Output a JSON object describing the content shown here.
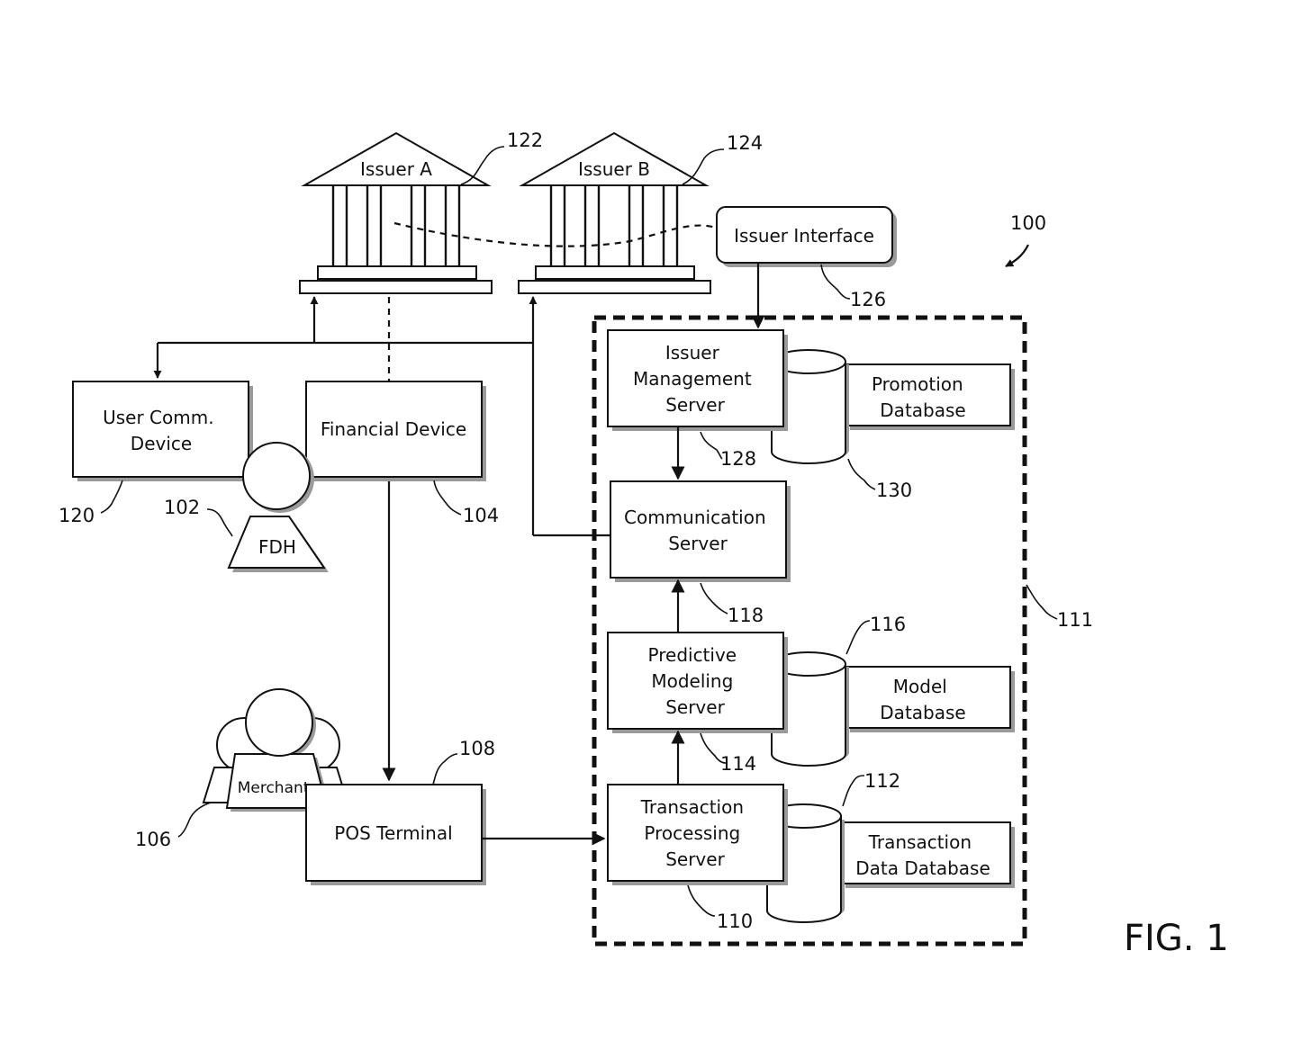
{
  "nodes": {
    "issuer_a": {
      "label": "Issuer A",
      "ref": "122"
    },
    "issuer_b": {
      "label": "Issuer B",
      "ref": "124"
    },
    "issuer_interface": {
      "label": "Issuer Interface",
      "ref": "126"
    },
    "system": {
      "ref": "100"
    },
    "platform_boundary": {
      "ref": "111"
    },
    "user_comm_device": {
      "lines": [
        "User Comm.",
        "Device"
      ],
      "ref": "120"
    },
    "financial_device": {
      "label": "Financial Device",
      "ref": "104"
    },
    "fdh": {
      "label": "FDH",
      "ref": "102"
    },
    "merchants": {
      "label": "Merchants",
      "ref": "106"
    },
    "pos_terminal": {
      "label": "POS Terminal",
      "ref": "108"
    },
    "issuer_management_server": {
      "lines": [
        "Issuer",
        "Management",
        "Server"
      ],
      "ref": "128"
    },
    "promotion_database": {
      "lines": [
        "Promotion",
        "Database"
      ],
      "ref": "130"
    },
    "communication_server": {
      "lines": [
        "Communication",
        "Server"
      ],
      "ref": "118"
    },
    "predictive_modeling_server": {
      "lines": [
        "Predictive",
        "Modeling",
        "Server"
      ],
      "ref": "114"
    },
    "model_database": {
      "lines": [
        "Model",
        "Database"
      ],
      "ref": "116"
    },
    "transaction_processing_server": {
      "lines": [
        "Transaction",
        "Processing",
        "Server"
      ],
      "ref": "110"
    },
    "transaction_data_database": {
      "lines": [
        "Transaction",
        "Data Database"
      ],
      "ref": "112"
    }
  },
  "figure_label": "FIG. 1"
}
